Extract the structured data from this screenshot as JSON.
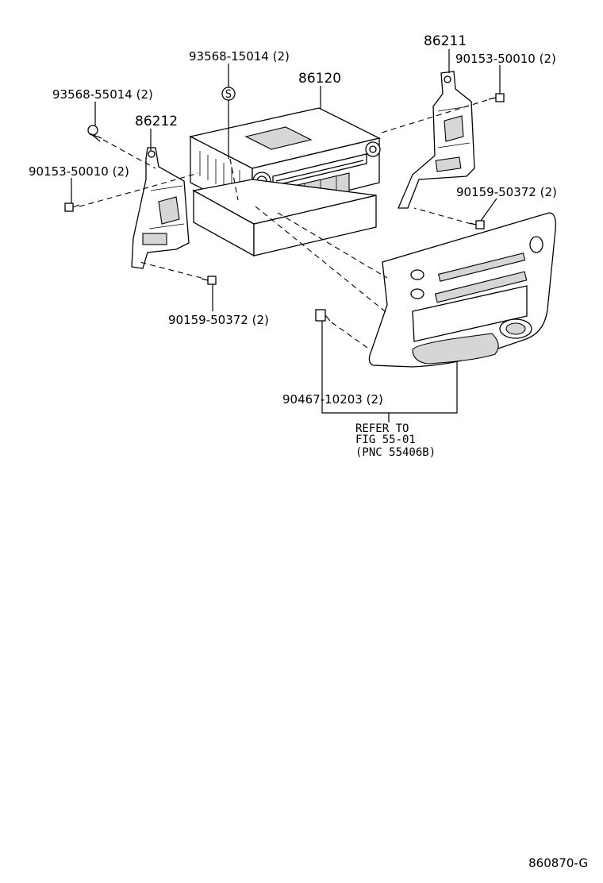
{
  "parts": {
    "radio_receiver": "86120",
    "bracket_right": "86211",
    "bracket_left": "86212",
    "screw_top_center": "93568-15014 (2)",
    "screw_top_left": "93568-55014 (2)",
    "bolt_upper_right": "90153-50010 (2)",
    "bolt_upper_left": "90153-50010 (2)",
    "bolt_lower_right": "90159-50372 (2)",
    "bolt_lower_left": "90159-50372 (2)",
    "clip_bezel": "90467-10203 (2)"
  },
  "reference": {
    "line1": "REFER TO",
    "line2": "FIG 55-01",
    "line3": "(PNC 55406B)"
  },
  "symbol_s": "S",
  "figure_code": "860870-G"
}
